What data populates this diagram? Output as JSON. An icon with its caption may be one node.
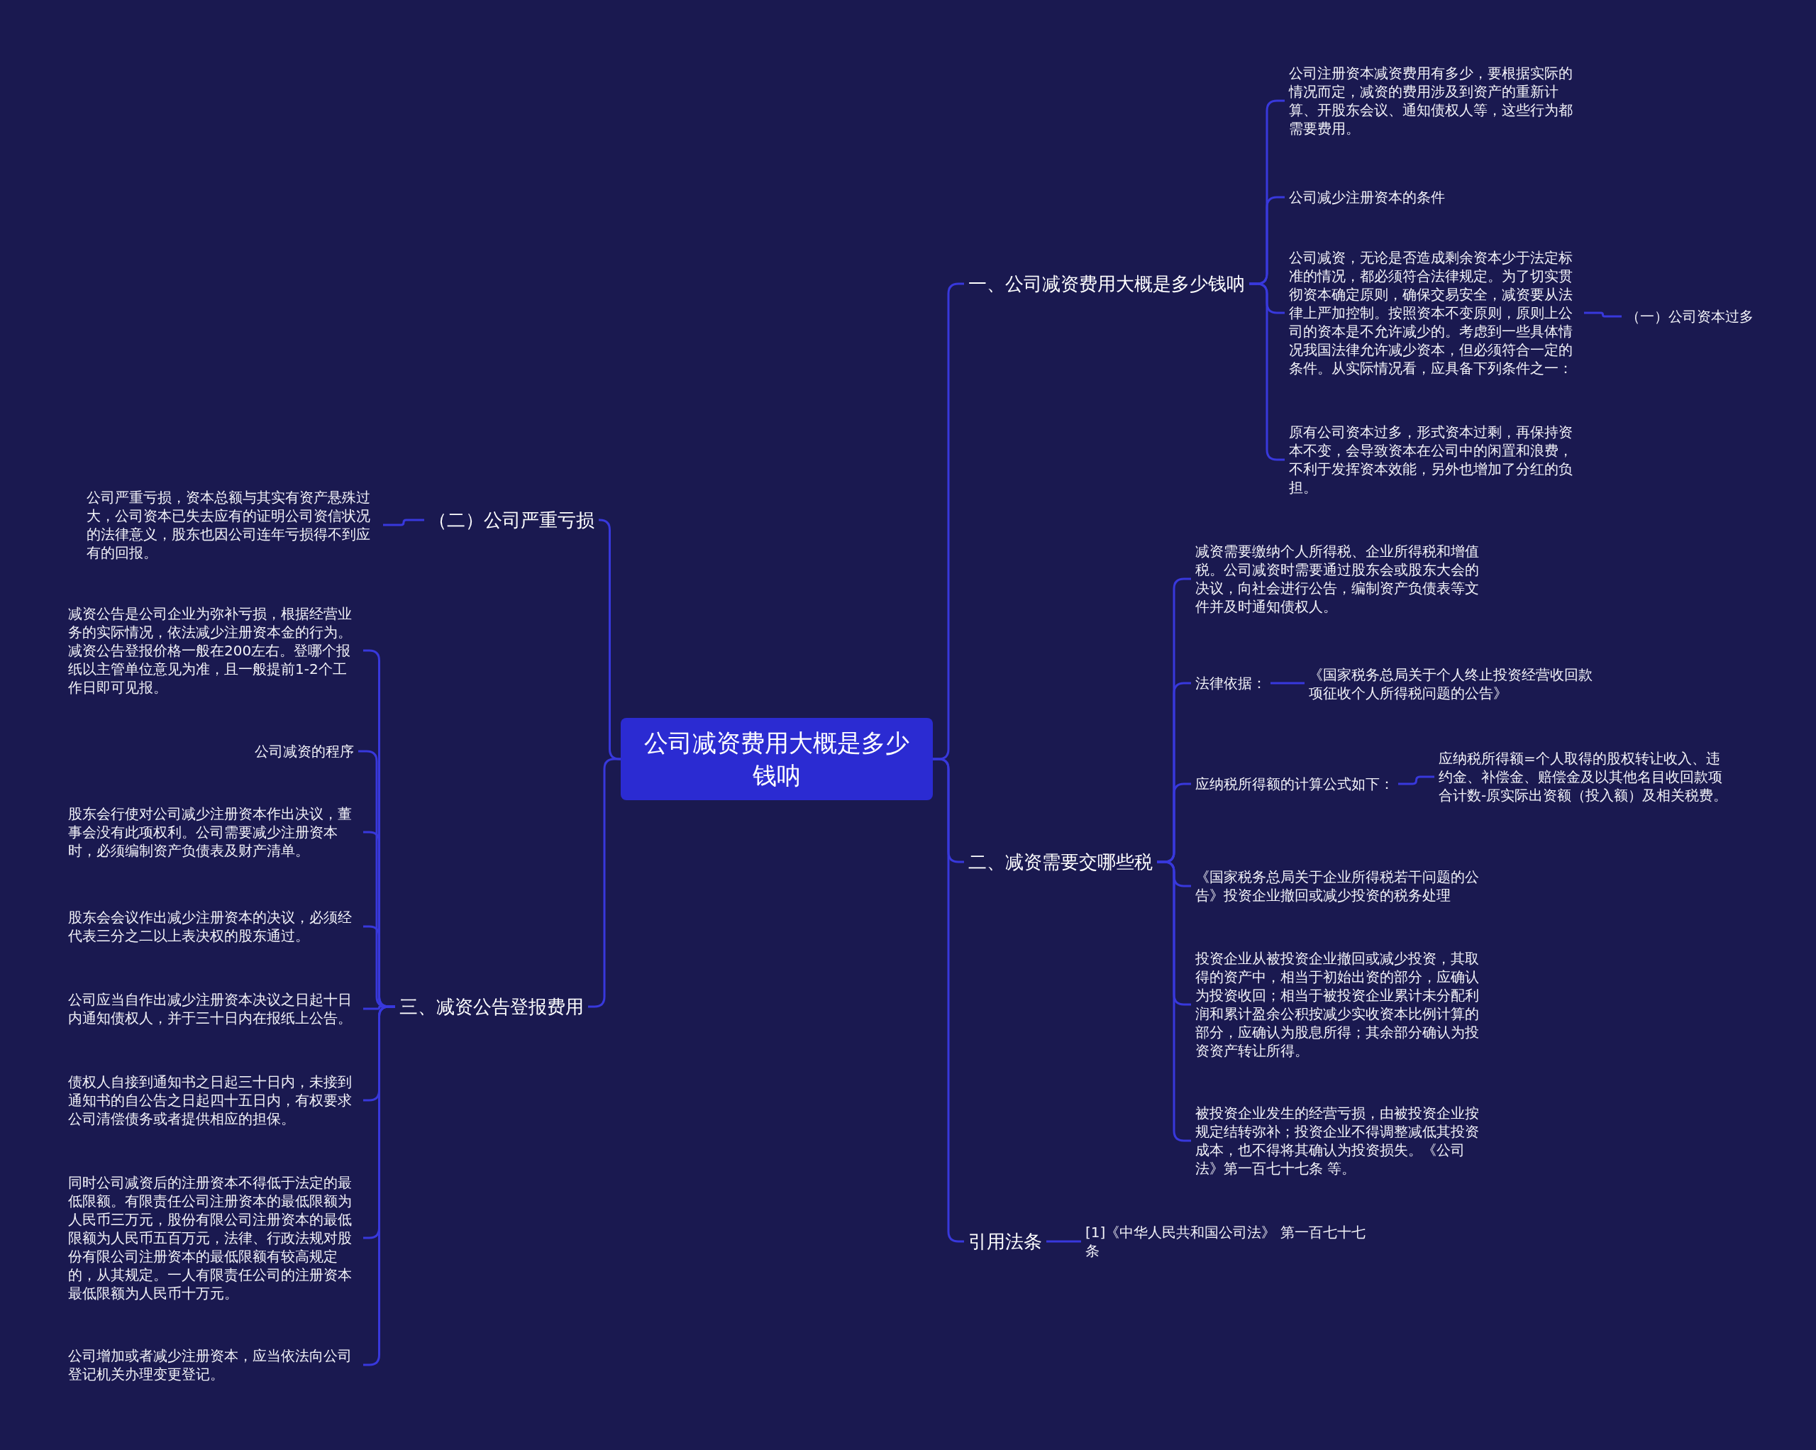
{
  "diagram": {
    "nodes": [
      {
        "text": [
          "公司减资费用大概是多少钱呐"
        ]
      },
      {
        "text": [
          "一、公司减资费用大概是多少钱呐"
        ]
      },
      {
        "text": [
          "公司注册资本减资费用有多少，要根据实际的情况而定，减资的费用涉及到资产的重新计算、开股东会议、通知债权人等，这些行为都需要费用。"
        ]
      },
      {
        "text": [
          "公司减少注册资本的条件"
        ]
      },
      {
        "text": [
          "公司减资，无论是否造成剩余资本少于法定标准的情况，都必须符合法律规定。为了切实贯彻资本确定原则，确保交易安全，减资要从法律上严加控制。按照资本不变原则，原则上公司的资本是不允许减少的。考虑到一些具体情况我国法律允许减少资本，但必须符合一定的条件。从实际情况看，应具备下列条件之一："
        ]
      },
      {
        "text": [
          "（一）公司资本过多"
        ]
      },
      {
        "text": [
          "原有公司资本过多，形式资本过剩，再保持资本不变，会导致资本在公司中的闲置和浪费，不利于发挥资本效能，另外也增加了分红的负担。"
        ]
      },
      {
        "text": [
          "二、减资需要交哪些税"
        ]
      },
      {
        "text": [
          "减资需要缴纳个人所得税、企业所得税和增值税。公司减资时需要通过股东会或股东大会的决议，向社会进行公告，编制资产负债表等文件并及时通知债权人。"
        ]
      },
      {
        "text": [
          "法律依据："
        ]
      },
      {
        "text": [
          "《国家税务总局关于个人终止投资经营收回款项征收个人所得税问题的公告》"
        ]
      },
      {
        "text": [
          "应纳税所得额的计算公式如下："
        ]
      },
      {
        "text": [
          "应纳税所得额=个人取得的股权转让收入、违约金、补偿金、赔偿金及以其他名目收回款项合计数-原实际出资额（投入额）及相关税费。"
        ]
      },
      {
        "text": [
          "《国家税务总局关于企业所得税若干问题的公告》投资企业撤回或减少投资的税务处理"
        ]
      },
      {
        "text": [
          "投资企业从被投资企业撤回或减少投资，其取得的资产中，相当于初始出资的部分，应确认为投资收回；相当于被投资企业累计未分配利润和累计盈余公积按减少实收资本比例计算的部分，应确认为股息所得；其余部分确认为投资资产转让所得。"
        ]
      },
      {
        "text": [
          "被投资企业发生的经营亏损，由被投资企业按规定结转弥补；投资企业不得调整减低其投资成本，也不得将其确认为投资损失。《公司法》第一百七十七条 等。"
        ]
      },
      {
        "text": [
          "引用法条"
        ]
      },
      {
        "text": [
          "[1]《中华人民共和国公司法》 第一百七十七条"
        ]
      },
      {
        "text": [
          "（二）公司严重亏损"
        ]
      },
      {
        "text": [
          "公司严重亏损，资本总额与其实有资产悬殊过大，公司资本已失去应有的证明公司资信状况的法律意义，股东也因公司连年亏损得不到应有的回报。"
        ]
      },
      {
        "text": [
          "三、减资公告登报费用"
        ]
      },
      {
        "text": [
          "减资公告是公司企业为弥补亏损，根据经营业务的实际情况，依法减少注册资本金的行为。减资公告登报价格一般在200左右。登哪个报纸以主管单位意见为准，且一般提前1-2个工作日即可见报。"
        ]
      },
      {
        "text": [
          "公司减资的程序"
        ]
      },
      {
        "text": [
          "股东会行使对公司减少注册资本作出决议，董事会没有此项权利。公司需要减少注册资本时，必须编制资产负债表及财产清单。"
        ]
      },
      {
        "text": [
          "股东会会议作出减少注册资本的决议，必须经代表三分之二以上表决权的股东通过。"
        ]
      },
      {
        "text": [
          "公司应当自作出减少注册资本决议之日起十日内通知债权人，并于三十日内在报纸上公告。"
        ]
      },
      {
        "text": [
          "债权人自接到通知书之日起三十日内，未接到通知书的自公告之日起四十五日内，有权要求公司清偿债务或者提供相应的担保。"
        ]
      },
      {
        "text": [
          "同时公司减资后的注册资本不得低于法定的最低限额。有限责任公司注册资本的最低限额为人民币三万元，股份有限公司注册资本的最低限额为人民币五百万元，法律、行政法规对股份有限公司注册资本的最低限额有较高规定的，从其规定。一人有限责任公司的注册资本最低限额为人民币十万元。"
        ]
      },
      {
        "text": [
          "公司增加或者减少注册资本，应当依法向公司登记机关办理变更登记。"
        ]
      }
    ],
    "edges": [
      {
        "from": 0,
        "to": 1,
        "arrow": "none"
      },
      {
        "from": 0,
        "to": 7,
        "arrow": "none"
      },
      {
        "from": 0,
        "to": 16,
        "arrow": "none"
      },
      {
        "from": 0,
        "to": 18,
        "arrow": "none"
      },
      {
        "from": 0,
        "to": 20,
        "arrow": "none"
      },
      {
        "from": 1,
        "to": 2,
        "arrow": "none"
      },
      {
        "from": 1,
        "to": 3,
        "arrow": "none"
      },
      {
        "from": 1,
        "to": 4,
        "arrow": "none"
      },
      {
        "from": 1,
        "to": 6,
        "arrow": "none"
      },
      {
        "from": 4,
        "to": 5,
        "arrow": "none"
      },
      {
        "from": 7,
        "to": 8,
        "arrow": "none"
      },
      {
        "from": 7,
        "to": 9,
        "arrow": "none"
      },
      {
        "from": 7,
        "to": 11,
        "arrow": "none"
      },
      {
        "from": 7,
        "to": 13,
        "arrow": "none"
      },
      {
        "from": 7,
        "to": 14,
        "arrow": "none"
      },
      {
        "from": 7,
        "to": 15,
        "arrow": "none"
      },
      {
        "from": 9,
        "to": 10,
        "arrow": "none"
      },
      {
        "from": 11,
        "to": 12,
        "arrow": "none"
      },
      {
        "from": 16,
        "to": 17,
        "arrow": "none"
      },
      {
        "from": 18,
        "to": 19,
        "arrow": "none"
      },
      {
        "from": 20,
        "to": 21,
        "arrow": "none"
      },
      {
        "from": 20,
        "to": 22,
        "arrow": "none"
      },
      {
        "from": 20,
        "to": 23,
        "arrow": "none"
      },
      {
        "from": 20,
        "to": 24,
        "arrow": "none"
      },
      {
        "from": 20,
        "to": 25,
        "arrow": "none"
      },
      {
        "from": 20,
        "to": 26,
        "arrow": "none"
      },
      {
        "from": 20,
        "to": 27,
        "arrow": "none"
      },
      {
        "from": 20,
        "to": 28,
        "arrow": "none"
      }
    ]
  }
}
